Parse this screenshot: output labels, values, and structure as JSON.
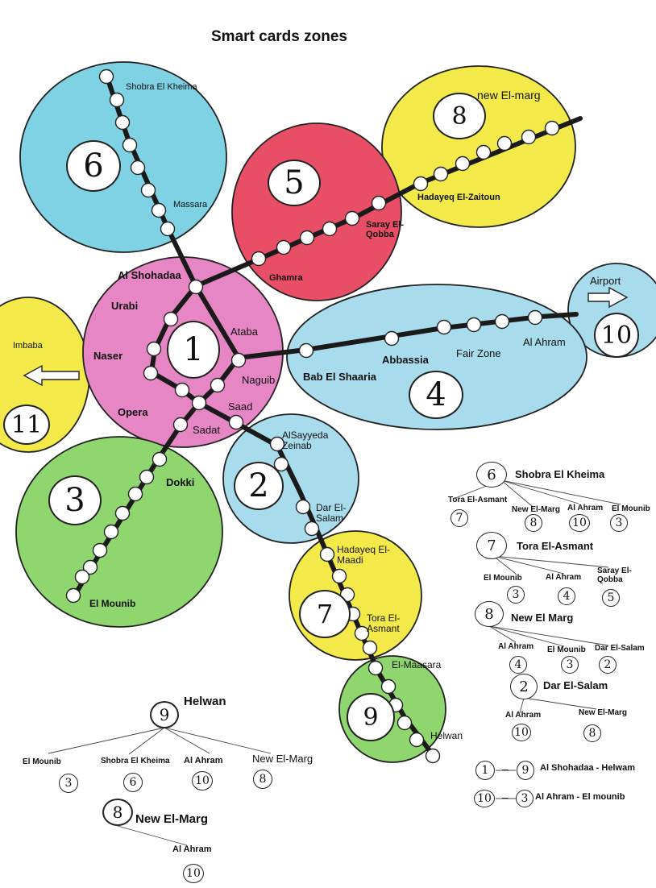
{
  "title": "Smart cards zones",
  "zones": [
    {
      "number": "1",
      "color": "#e686c4"
    },
    {
      "number": "2",
      "color": "#a8dcec"
    },
    {
      "number": "3",
      "color": "#8fd66f"
    },
    {
      "number": "4",
      "color": "#a8dcec"
    },
    {
      "number": "5",
      "color": "#e84e66"
    },
    {
      "number": "6",
      "color": "#7fd1e4"
    },
    {
      "number": "7",
      "color": "#f3ea4a"
    },
    {
      "number": "8",
      "color": "#f3ea4a"
    },
    {
      "number": "9",
      "color": "#8fd66f"
    },
    {
      "number": "10",
      "color": "#a8dcec"
    },
    {
      "number": "11",
      "color": "#f3ea4a"
    }
  ],
  "stations": {
    "shobra": "Shobra El Kheima",
    "massara": "Massara",
    "new_el_marg": "new El-marg",
    "hadayeq_zaitoun": "Hadayeq El-Zaitoun",
    "saray_qobba": "Saray El-\nQobba",
    "ghamra": "Ghamra",
    "al_shohadaa": "Al Shohadaa",
    "urabi": "Urabi",
    "ataba": "Ataba",
    "naser": "Naser",
    "naguib": "Naguib",
    "saad": "Saad",
    "opera": "Opera",
    "sadat": "Sadat",
    "airport": "Airport",
    "al_ahram": "Al Ahram",
    "fair_zone": "Fair Zone",
    "abbassia": "Abbassia",
    "bab_el_shaaria": "Bab El Shaaria",
    "imbaba": "Imbaba",
    "alsayyeda_zeinab": "AlSayyeda\nZeinab",
    "dokki": "Dokki",
    "dar_el_salam": "Dar El-\nSalam",
    "hadayeq_maadi": "Hadayeq El-\nMaadi",
    "tora_asmant": "Tora El-\nAsmant",
    "el_mounib": "El Mounib",
    "el_maasara": "El-Maasara",
    "helwan": "Helwan"
  },
  "fare_trees": {
    "shobra": {
      "zone": "6",
      "label": "Shobra El Kheima",
      "children": [
        {
          "label": "Tora El-Asmant",
          "zone": "7"
        },
        {
          "label": "New El-Marg",
          "zone": "8"
        },
        {
          "label": "Al Ahram",
          "zone": "10"
        },
        {
          "label": "El Mounib",
          "zone": "3"
        }
      ]
    },
    "tora": {
      "zone": "7",
      "label": "Tora El-Asmant",
      "children": [
        {
          "label": "El Mounib",
          "zone": "3"
        },
        {
          "label": "Al Ahram",
          "zone": "4"
        },
        {
          "label": "Saray El-\nQobba",
          "zone": "5"
        }
      ]
    },
    "new_marg": {
      "zone": "8",
      "label": "New El Marg",
      "children": [
        {
          "label": "Al Ahram",
          "zone": "4"
        },
        {
          "label": "El Mounib",
          "zone": "3"
        },
        {
          "label": "Dar El-Salam",
          "zone": "2"
        }
      ]
    },
    "dar_salam": {
      "zone": "2",
      "label": "Dar El-Salam",
      "children": [
        {
          "label": "Al Ahram",
          "zone": "10"
        },
        {
          "label": "New El-Marg",
          "zone": "8"
        }
      ]
    },
    "helwan": {
      "zone": "9",
      "label": "Helwan",
      "children": [
        {
          "label": "El Mounib",
          "zone": "3"
        },
        {
          "label": "Shobra El Kheima",
          "zone": "6"
        },
        {
          "label": "Al Ahram",
          "zone": "10"
        },
        {
          "label": "New El-Marg",
          "zone": "8"
        }
      ]
    },
    "new_marg_b": {
      "zone": "8",
      "label": "New El-Marg",
      "children": [
        {
          "label": "Al Ahram",
          "zone": "10"
        }
      ]
    }
  },
  "ranges": [
    {
      "from": "1",
      "to": "9",
      "label": "Al Shohadaa - Helwam"
    },
    {
      "from": "10",
      "to": "3",
      "label": "Al Ahram - El mounib"
    }
  ],
  "colors": {
    "line": "#1a1a1a",
    "station_fill": "#ffffff",
    "outline": "#222222"
  }
}
